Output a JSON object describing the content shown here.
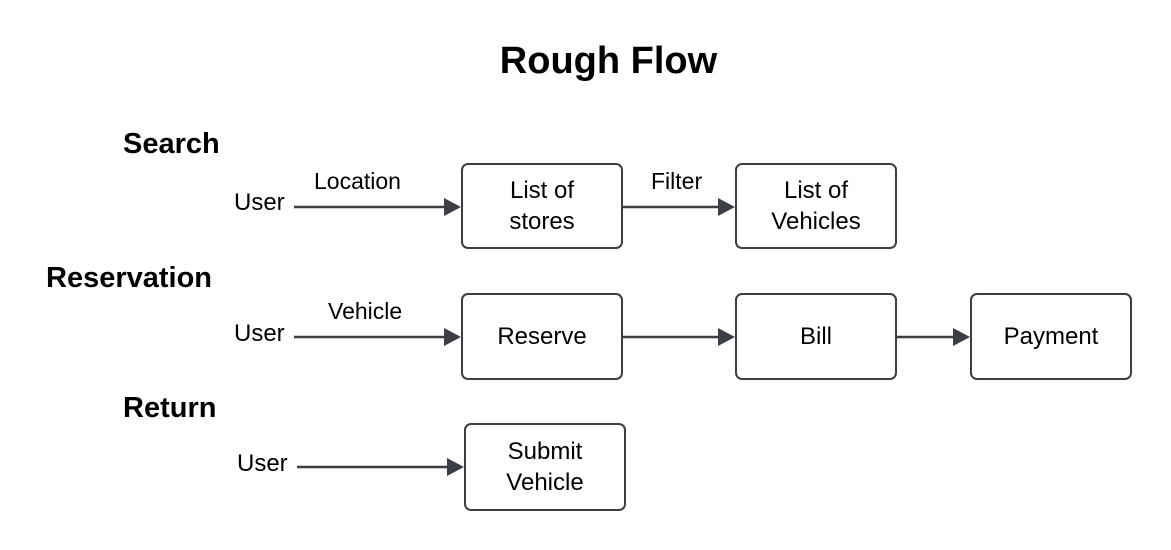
{
  "title": "Rough Flow",
  "sections": {
    "search": {
      "heading": "Search",
      "actor": "User",
      "edge_location": "Location",
      "box_stores": "List of\nstores",
      "edge_filter": "Filter",
      "box_vehicles": "List of\nVehicles"
    },
    "reservation": {
      "heading": "Reservation",
      "actor": "User",
      "edge_vehicle": "Vehicle",
      "box_reserve": "Reserve",
      "box_bill": "Bill",
      "box_payment": "Payment"
    },
    "return": {
      "heading": "Return",
      "actor": "User",
      "box_submit": "Submit\nVehicle"
    }
  },
  "colors": {
    "stroke": "#3b3f45",
    "text": "#000000"
  }
}
